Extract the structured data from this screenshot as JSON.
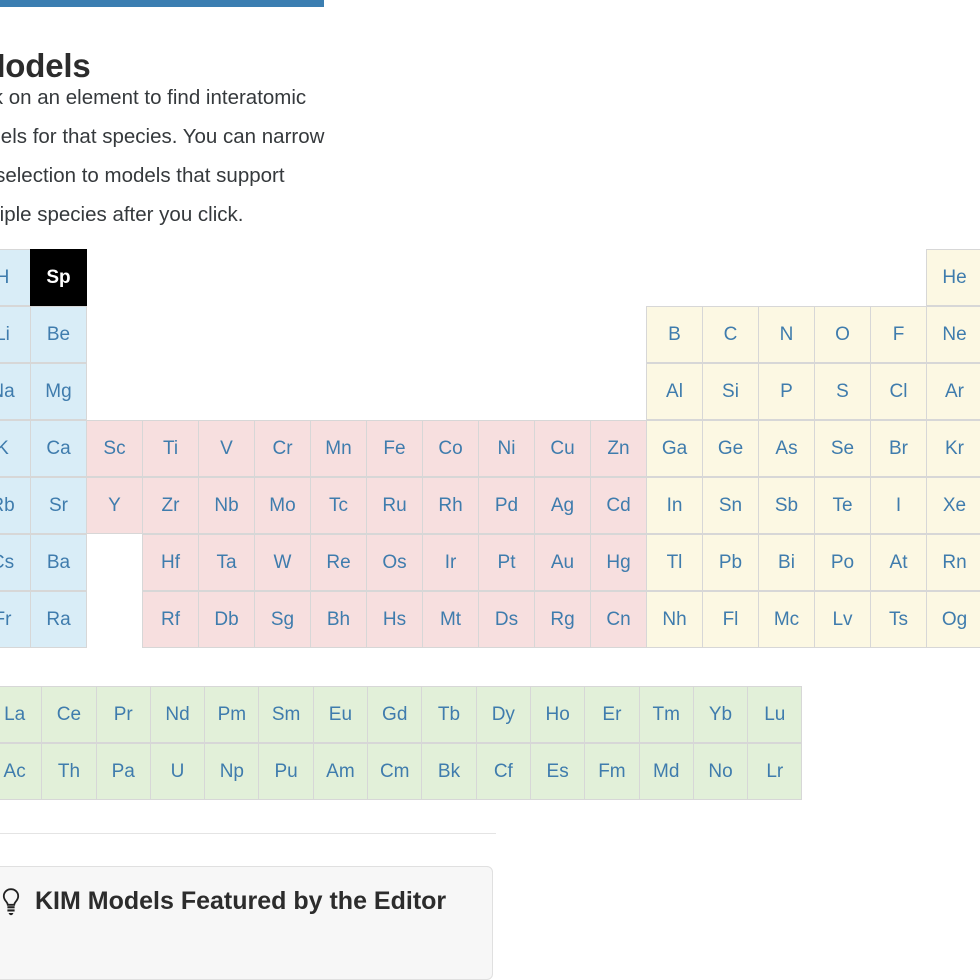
{
  "header": {
    "accent_color": "#3b7eb1"
  },
  "page_title": "Models",
  "intro": "ick on an element to find interatomic odels for that species. You can narrow e selection to models that support ultiple species after you click.",
  "intro_lines": [
    "ick on an element to find interatomic",
    "odels for that species. You can narrow",
    "e selection to models that support",
    "ultiple species after you click."
  ],
  "periodic_table": {
    "selected_symbol": "Sp",
    "colors": {
      "s_block": "#d9edf7",
      "d_block": "#f7dfdf",
      "p_block": "#fcf8e3",
      "f_block": "#e2f0d9",
      "selected_bg": "#000000",
      "symbol_text": "#3f7cad",
      "cell_border": "#d7d7d7"
    },
    "rows": [
      [
        {
          "sym": "H",
          "cls": "s"
        },
        {
          "sym": "Sp",
          "cls": "selected"
        },
        {
          "sym": "",
          "cls": "empty"
        },
        {
          "sym": "",
          "cls": "empty"
        },
        {
          "sym": "",
          "cls": "empty"
        },
        {
          "sym": "",
          "cls": "empty"
        },
        {
          "sym": "",
          "cls": "empty"
        },
        {
          "sym": "",
          "cls": "empty"
        },
        {
          "sym": "",
          "cls": "empty"
        },
        {
          "sym": "",
          "cls": "empty"
        },
        {
          "sym": "",
          "cls": "empty"
        },
        {
          "sym": "",
          "cls": "empty"
        },
        {
          "sym": "",
          "cls": "empty"
        },
        {
          "sym": "",
          "cls": "empty"
        },
        {
          "sym": "",
          "cls": "empty"
        },
        {
          "sym": "",
          "cls": "empty"
        },
        {
          "sym": "",
          "cls": "empty"
        },
        {
          "sym": "He",
          "cls": "p"
        }
      ],
      [
        {
          "sym": "Li",
          "cls": "s"
        },
        {
          "sym": "Be",
          "cls": "s"
        },
        {
          "sym": "",
          "cls": "empty"
        },
        {
          "sym": "",
          "cls": "empty"
        },
        {
          "sym": "",
          "cls": "empty"
        },
        {
          "sym": "",
          "cls": "empty"
        },
        {
          "sym": "",
          "cls": "empty"
        },
        {
          "sym": "",
          "cls": "empty"
        },
        {
          "sym": "",
          "cls": "empty"
        },
        {
          "sym": "",
          "cls": "empty"
        },
        {
          "sym": "",
          "cls": "empty"
        },
        {
          "sym": "",
          "cls": "empty"
        },
        {
          "sym": "B",
          "cls": "p"
        },
        {
          "sym": "C",
          "cls": "p"
        },
        {
          "sym": "N",
          "cls": "p"
        },
        {
          "sym": "O",
          "cls": "p"
        },
        {
          "sym": "F",
          "cls": "p"
        },
        {
          "sym": "Ne",
          "cls": "p"
        }
      ],
      [
        {
          "sym": "Na",
          "cls": "s"
        },
        {
          "sym": "Mg",
          "cls": "s"
        },
        {
          "sym": "",
          "cls": "empty"
        },
        {
          "sym": "",
          "cls": "empty"
        },
        {
          "sym": "",
          "cls": "empty"
        },
        {
          "sym": "",
          "cls": "empty"
        },
        {
          "sym": "",
          "cls": "empty"
        },
        {
          "sym": "",
          "cls": "empty"
        },
        {
          "sym": "",
          "cls": "empty"
        },
        {
          "sym": "",
          "cls": "empty"
        },
        {
          "sym": "",
          "cls": "empty"
        },
        {
          "sym": "",
          "cls": "empty"
        },
        {
          "sym": "Al",
          "cls": "p"
        },
        {
          "sym": "Si",
          "cls": "p"
        },
        {
          "sym": "P",
          "cls": "p"
        },
        {
          "sym": "S",
          "cls": "p"
        },
        {
          "sym": "Cl",
          "cls": "p"
        },
        {
          "sym": "Ar",
          "cls": "p"
        }
      ],
      [
        {
          "sym": "K",
          "cls": "s"
        },
        {
          "sym": "Ca",
          "cls": "s"
        },
        {
          "sym": "Sc",
          "cls": "d"
        },
        {
          "sym": "Ti",
          "cls": "d"
        },
        {
          "sym": "V",
          "cls": "d"
        },
        {
          "sym": "Cr",
          "cls": "d"
        },
        {
          "sym": "Mn",
          "cls": "d"
        },
        {
          "sym": "Fe",
          "cls": "d"
        },
        {
          "sym": "Co",
          "cls": "d"
        },
        {
          "sym": "Ni",
          "cls": "d"
        },
        {
          "sym": "Cu",
          "cls": "d"
        },
        {
          "sym": "Zn",
          "cls": "d"
        },
        {
          "sym": "Ga",
          "cls": "p"
        },
        {
          "sym": "Ge",
          "cls": "p"
        },
        {
          "sym": "As",
          "cls": "p"
        },
        {
          "sym": "Se",
          "cls": "p"
        },
        {
          "sym": "Br",
          "cls": "p"
        },
        {
          "sym": "Kr",
          "cls": "p"
        }
      ],
      [
        {
          "sym": "Rb",
          "cls": "s"
        },
        {
          "sym": "Sr",
          "cls": "s"
        },
        {
          "sym": "Y",
          "cls": "d"
        },
        {
          "sym": "Zr",
          "cls": "d"
        },
        {
          "sym": "Nb",
          "cls": "d"
        },
        {
          "sym": "Mo",
          "cls": "d"
        },
        {
          "sym": "Tc",
          "cls": "d"
        },
        {
          "sym": "Ru",
          "cls": "d"
        },
        {
          "sym": "Rh",
          "cls": "d"
        },
        {
          "sym": "Pd",
          "cls": "d"
        },
        {
          "sym": "Ag",
          "cls": "d"
        },
        {
          "sym": "Cd",
          "cls": "d"
        },
        {
          "sym": "In",
          "cls": "p"
        },
        {
          "sym": "Sn",
          "cls": "p"
        },
        {
          "sym": "Sb",
          "cls": "p"
        },
        {
          "sym": "Te",
          "cls": "p"
        },
        {
          "sym": "I",
          "cls": "p"
        },
        {
          "sym": "Xe",
          "cls": "p"
        }
      ],
      [
        {
          "sym": "Cs",
          "cls": "s"
        },
        {
          "sym": "Ba",
          "cls": "s"
        },
        {
          "sym": "",
          "cls": "empty"
        },
        {
          "sym": "Hf",
          "cls": "d"
        },
        {
          "sym": "Ta",
          "cls": "d"
        },
        {
          "sym": "W",
          "cls": "d"
        },
        {
          "sym": "Re",
          "cls": "d"
        },
        {
          "sym": "Os",
          "cls": "d"
        },
        {
          "sym": "Ir",
          "cls": "d"
        },
        {
          "sym": "Pt",
          "cls": "d"
        },
        {
          "sym": "Au",
          "cls": "d"
        },
        {
          "sym": "Hg",
          "cls": "d"
        },
        {
          "sym": "Tl",
          "cls": "p"
        },
        {
          "sym": "Pb",
          "cls": "p"
        },
        {
          "sym": "Bi",
          "cls": "p"
        },
        {
          "sym": "Po",
          "cls": "p"
        },
        {
          "sym": "At",
          "cls": "p"
        },
        {
          "sym": "Rn",
          "cls": "p"
        }
      ],
      [
        {
          "sym": "Fr",
          "cls": "s"
        },
        {
          "sym": "Ra",
          "cls": "s"
        },
        {
          "sym": "",
          "cls": "empty"
        },
        {
          "sym": "Rf",
          "cls": "d"
        },
        {
          "sym": "Db",
          "cls": "d"
        },
        {
          "sym": "Sg",
          "cls": "d"
        },
        {
          "sym": "Bh",
          "cls": "d"
        },
        {
          "sym": "Hs",
          "cls": "d"
        },
        {
          "sym": "Mt",
          "cls": "d"
        },
        {
          "sym": "Ds",
          "cls": "d"
        },
        {
          "sym": "Rg",
          "cls": "d"
        },
        {
          "sym": "Cn",
          "cls": "d"
        },
        {
          "sym": "Nh",
          "cls": "p"
        },
        {
          "sym": "Fl",
          "cls": "p"
        },
        {
          "sym": "Mc",
          "cls": "p"
        },
        {
          "sym": "Lv",
          "cls": "p"
        },
        {
          "sym": "Ts",
          "cls": "p"
        },
        {
          "sym": "Og",
          "cls": "p"
        }
      ]
    ],
    "f_rows": [
      [
        "La",
        "Ce",
        "Pr",
        "Nd",
        "Pm",
        "Sm",
        "Eu",
        "Gd",
        "Tb",
        "Dy",
        "Ho",
        "Er",
        "Tm",
        "Yb",
        "Lu"
      ],
      [
        "Ac",
        "Th",
        "Pa",
        "U",
        "Np",
        "Pu",
        "Am",
        "Cm",
        "Bk",
        "Cf",
        "Es",
        "Fm",
        "Md",
        "No",
        "Lr"
      ]
    ]
  },
  "featured_panel": {
    "icon": "lightbulb-icon",
    "title": "KIM Models Featured by the Editor"
  }
}
